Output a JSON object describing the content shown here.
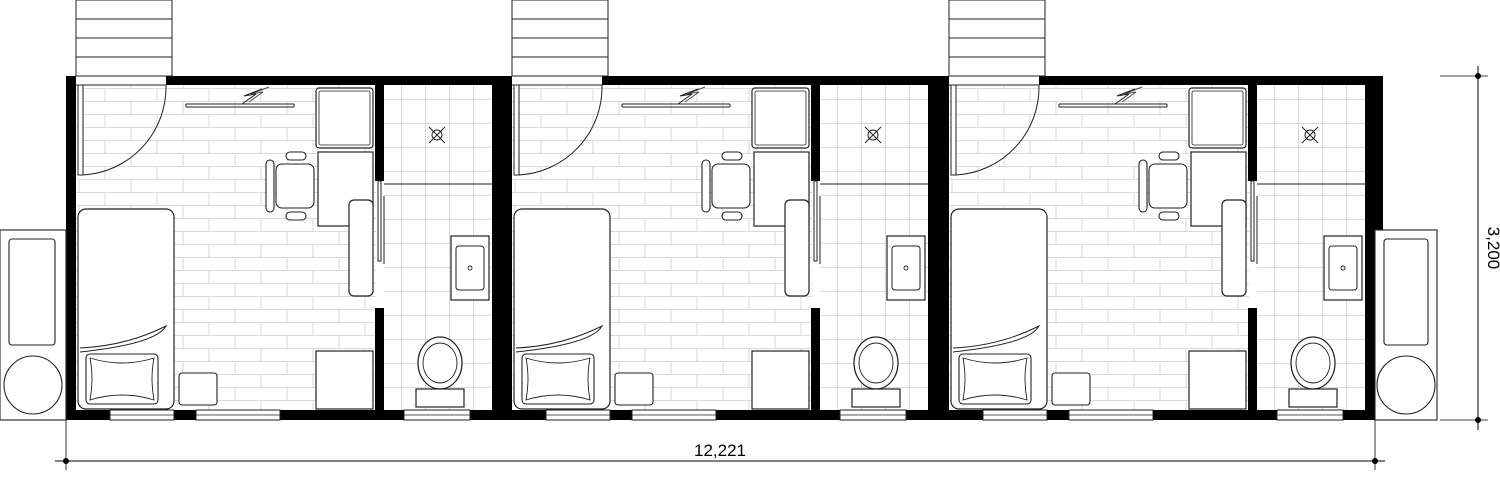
{
  "dimensions": {
    "total_width": "12,221",
    "height": "3,200"
  },
  "units": [
    {
      "id": "unit-1"
    },
    {
      "id": "unit-2"
    },
    {
      "id": "unit-3"
    }
  ],
  "colors": {
    "wall": "#000000",
    "line": "#222222",
    "tile": "#c8c8c8",
    "background": "#ffffff"
  }
}
